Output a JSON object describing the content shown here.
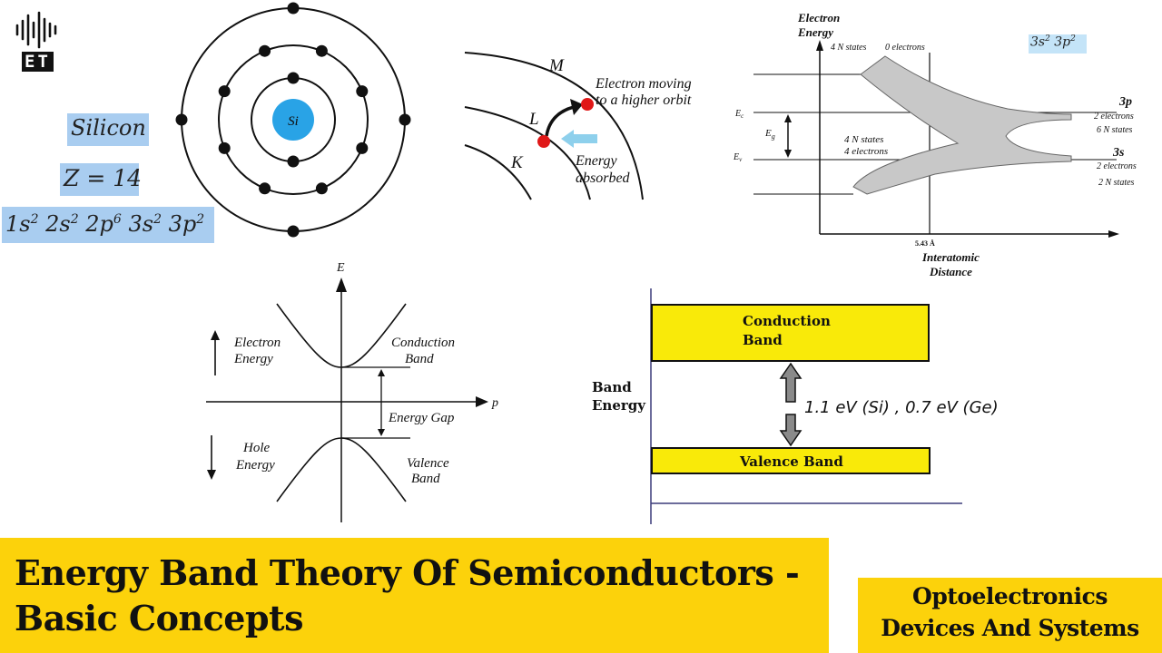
{
  "logo": {
    "icon": "sound-wave-icon",
    "text": "ET"
  },
  "atom": {
    "element": "Silicon",
    "z_label": "Z = 14",
    "configuration": [
      "1s",
      "2",
      " 2s",
      "2",
      " 2p",
      "6",
      " 3s",
      "2",
      " 3p",
      "2"
    ],
    "nucleus": "Si",
    "shell_counts": [
      2,
      8,
      4
    ],
    "nucleus_color": "#29a3e6"
  },
  "orbit": {
    "shells": [
      "K",
      "L",
      "M"
    ],
    "note": [
      "Electron moving",
      "to a higher orbit"
    ],
    "absorbed": [
      "Energy",
      "absorbed"
    ]
  },
  "band_formation": {
    "y_label": [
      "Electron",
      "Energy"
    ],
    "top_states": "4 N states",
    "top_electrons": "0 electrons",
    "orbital_chip": [
      "3s",
      "2",
      " 3p",
      "2"
    ],
    "ec": "E",
    "ec_sub": "c",
    "eg": "E",
    "eg_sub": "g",
    "ev": "E",
    "ev_sub": "v",
    "mid_states": "4 N states",
    "mid_electrons": "4 electrons",
    "p_level": "3p",
    "p_electrons": "2 electrons",
    "p_states": "6 N states",
    "s_level": "3s",
    "s_electrons": "2 electrons",
    "s_states": "2 N states",
    "spacing": "5.43 Å",
    "x_label": [
      "Interatomic",
      "Distance"
    ],
    "band_color": "#c8c8c8"
  },
  "ep_diagram": {
    "e_axis": "E",
    "p_axis": "p",
    "electron_energy": [
      "Electron",
      "Energy"
    ],
    "hole_energy": [
      "Hole",
      "Energy"
    ],
    "conduction": [
      "Conduction",
      "Band"
    ],
    "valence": [
      "Valence",
      "Band"
    ],
    "gap": "Energy Gap"
  },
  "band_diagram": {
    "y_label": [
      "Band",
      "Energy"
    ],
    "conduction": [
      "Conduction",
      "Band"
    ],
    "valence": "Valence Band",
    "gap_value": "1.1 eV (Si) , 0.7 eV (Ge)",
    "band_color": "#f9ea09",
    "arrow_color": "#8a8a8a"
  },
  "title": {
    "lines": [
      "Energy Band Theory Of Semiconductors -",
      "Basic Concepts"
    ],
    "color": "#fcd20b"
  },
  "series": {
    "lines": [
      "Optoelectronics",
      "Devices And Systems"
    ]
  }
}
